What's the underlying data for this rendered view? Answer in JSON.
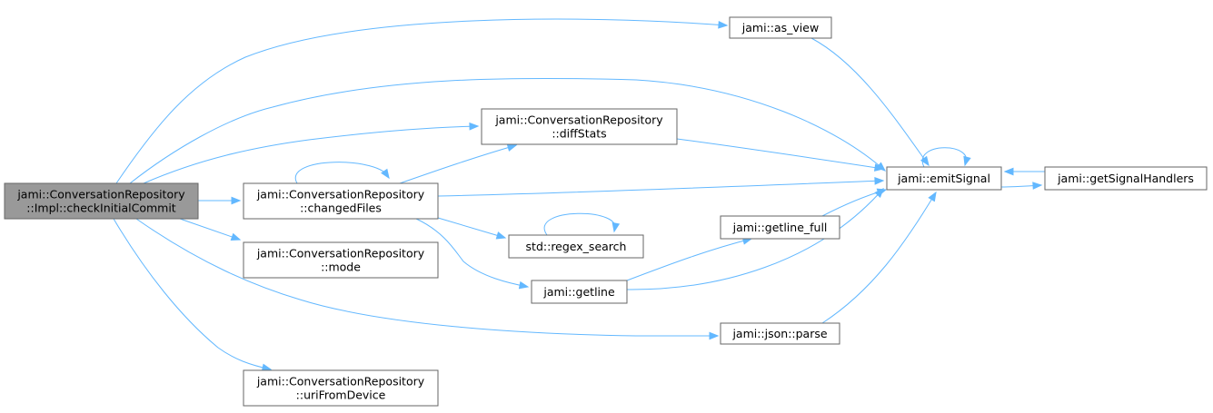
{
  "graph": {
    "edge_color": "#63b8ff",
    "root_fill": "#999999",
    "node_stroke": "#666666",
    "nodes": [
      {
        "id": "root",
        "lines": [
          "jami::ConversationRepository",
          "::Impl::checkInitialCommit"
        ],
        "root": true
      },
      {
        "id": "as_view",
        "lines": [
          "jami::as_view"
        ]
      },
      {
        "id": "emitSignal",
        "lines": [
          "jami::emitSignal"
        ]
      },
      {
        "id": "diffStats",
        "lines": [
          "jami::ConversationRepository",
          "::diffStats"
        ]
      },
      {
        "id": "changedFiles",
        "lines": [
          "jami::ConversationRepository",
          "::changedFiles"
        ]
      },
      {
        "id": "mode",
        "lines": [
          "jami::ConversationRepository",
          "::mode"
        ]
      },
      {
        "id": "parse",
        "lines": [
          "jami::json::parse"
        ]
      },
      {
        "id": "uriFromDevice",
        "lines": [
          "jami::ConversationRepository",
          "::uriFromDevice"
        ]
      },
      {
        "id": "getSignalHandlers",
        "lines": [
          "jami::getSignalHandlers"
        ]
      },
      {
        "id": "regex_search",
        "lines": [
          "std::regex_search"
        ]
      },
      {
        "id": "getline",
        "lines": [
          "jami::getline"
        ]
      },
      {
        "id": "getline_full",
        "lines": [
          "jami::getline_full"
        ]
      }
    ],
    "edges": [
      {
        "from": "root",
        "to": "as_view"
      },
      {
        "from": "root",
        "to": "emitSignal"
      },
      {
        "from": "root",
        "to": "diffStats"
      },
      {
        "from": "root",
        "to": "changedFiles"
      },
      {
        "from": "root",
        "to": "mode"
      },
      {
        "from": "root",
        "to": "parse"
      },
      {
        "from": "root",
        "to": "uriFromDevice"
      },
      {
        "from": "as_view",
        "to": "emitSignal"
      },
      {
        "from": "emitSignal",
        "to": "emitSignal"
      },
      {
        "from": "emitSignal",
        "to": "getSignalHandlers"
      },
      {
        "from": "getSignalHandlers",
        "to": "emitSignal"
      },
      {
        "from": "diffStats",
        "to": "emitSignal"
      },
      {
        "from": "changedFiles",
        "to": "changedFiles"
      },
      {
        "from": "changedFiles",
        "to": "diffStats"
      },
      {
        "from": "changedFiles",
        "to": "emitSignal"
      },
      {
        "from": "changedFiles",
        "to": "regex_search"
      },
      {
        "from": "changedFiles",
        "to": "getline"
      },
      {
        "from": "regex_search",
        "to": "regex_search"
      },
      {
        "from": "getline",
        "to": "emitSignal"
      },
      {
        "from": "getline",
        "to": "getline_full"
      },
      {
        "from": "getline_full",
        "to": "emitSignal"
      },
      {
        "from": "parse",
        "to": "emitSignal"
      }
    ]
  }
}
